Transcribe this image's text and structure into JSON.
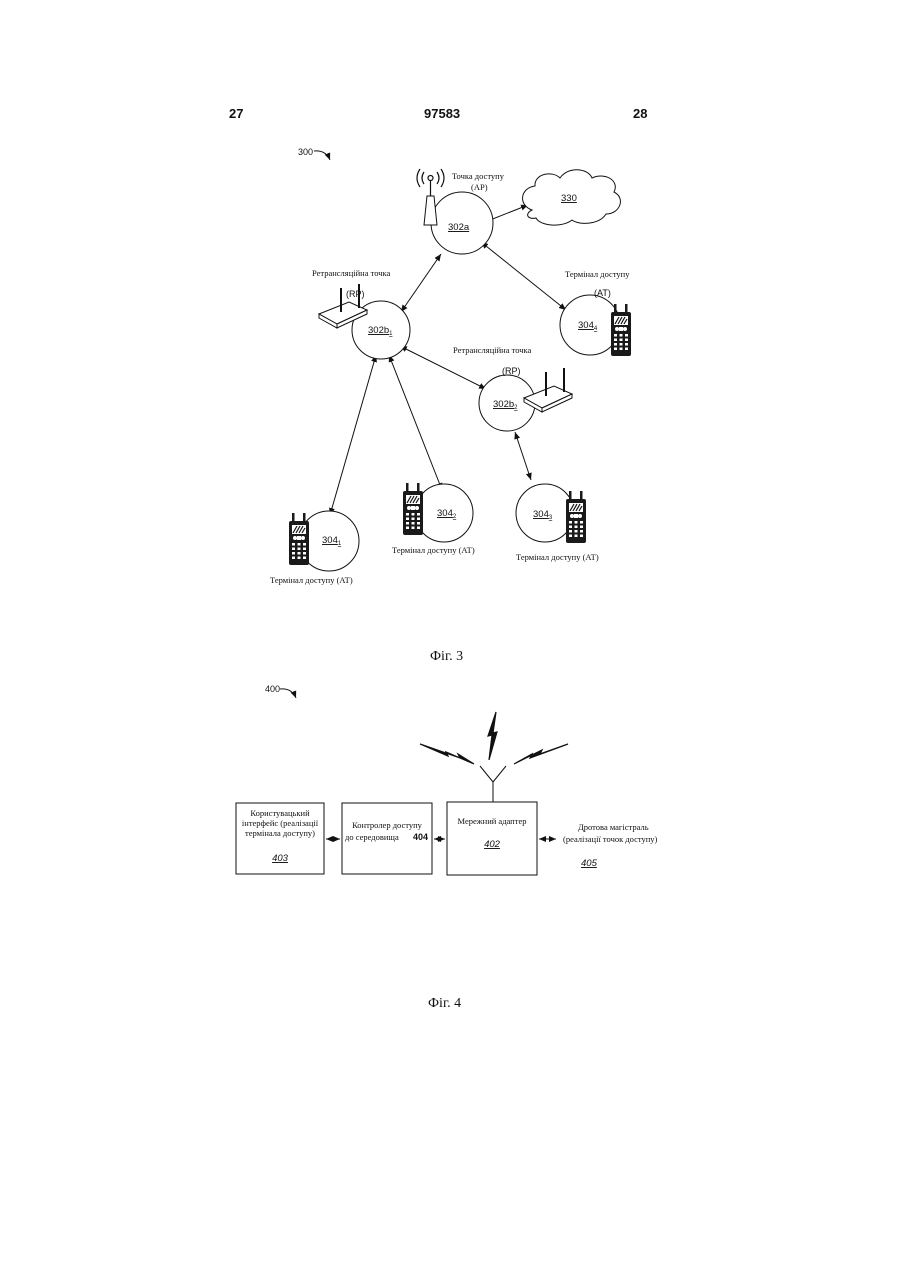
{
  "header": {
    "left": "27",
    "center": "97583",
    "right": "28"
  },
  "fig3": {
    "ref": "300",
    "caption": "Фіг. 3",
    "ap": {
      "label1": "Точка доступу",
      "label2": "(AP)",
      "ref": "302a"
    },
    "cloud": {
      "ref": "330"
    },
    "rp1": {
      "label": "Ретрансляційна точка",
      "tag": "(RP)",
      "ref": "302b",
      "sub": "1"
    },
    "rp2": {
      "label": "Ретрансляційна точка",
      "tag": "(RP)",
      "ref": "302b",
      "sub": "2"
    },
    "at4": {
      "label": "Термінал доступу",
      "tag": "(AT)",
      "ref": "304",
      "sub": "4"
    },
    "at1": {
      "label": "Термінал доступу (AT)",
      "ref": "304",
      "sub": "1"
    },
    "at2": {
      "label": "Термінал доступу (AT)",
      "ref": "304",
      "sub": "2"
    },
    "at3": {
      "label": "Термінал доступу (AT)",
      "ref": "304",
      "sub": "3"
    }
  },
  "fig4": {
    "ref": "400",
    "caption": "Фіг. 4",
    "ui_box": {
      "line1": "Користувацький",
      "line2": "інтерфейс (реалізації",
      "line3": "термінала доступу)",
      "ref": "403"
    },
    "mac_box": {
      "line1": "Контролер доступу",
      "line2": "до середовища",
      "ref": "404"
    },
    "net_box": {
      "line1": "Мережний адаптер",
      "ref": "402"
    },
    "backhaul": {
      "line1": "Дротова магістраль",
      "line2": "(реалізації точок доступу)",
      "ref": "405"
    }
  }
}
